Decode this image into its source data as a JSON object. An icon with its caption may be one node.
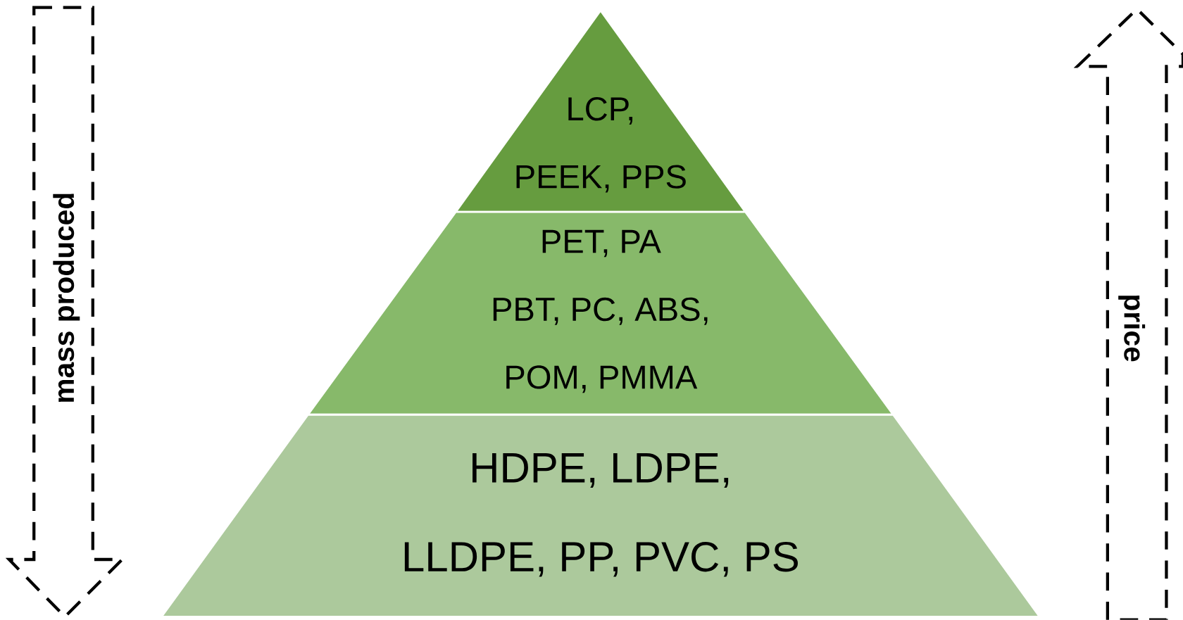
{
  "diagram": {
    "nodes": [
      {
        "text": [
          "LCP,",
          "PEEK, PPS"
        ]
      },
      {
        "text": [
          "PET, PA",
          "PBT, PC, ABS,",
          "POM, PMMA"
        ]
      },
      {
        "text": [
          "HDPE, LDPE,",
          "LLDPE, PP, PVC, PS"
        ]
      },
      {
        "text": [
          "mass produced"
        ]
      },
      {
        "text": [
          "price"
        ]
      }
    ]
  }
}
